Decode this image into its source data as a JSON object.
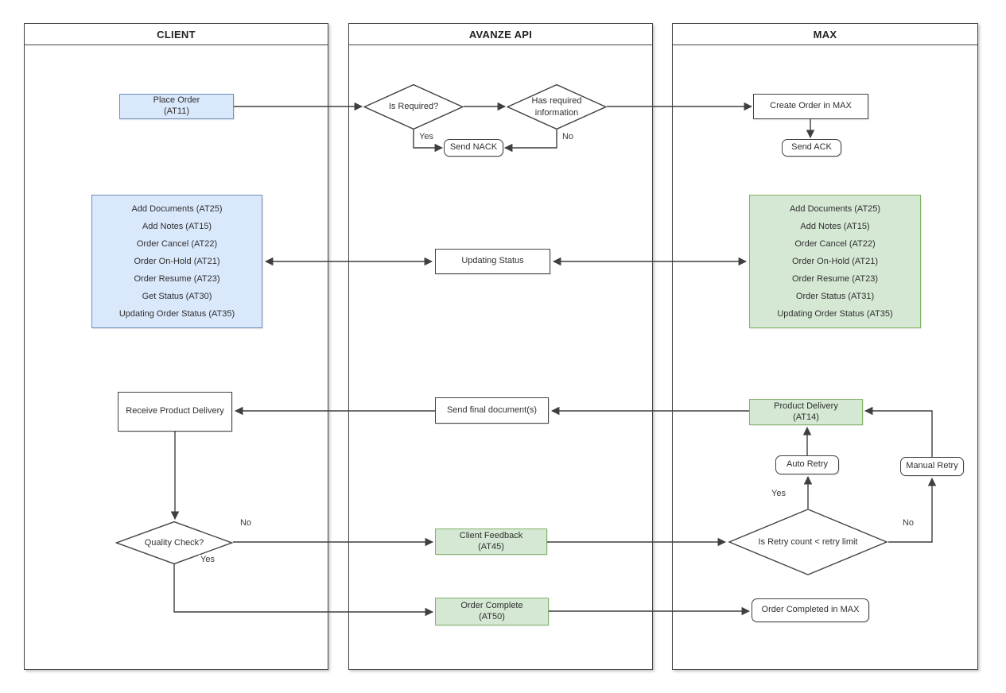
{
  "diagram_title": "Order workflow swimlane flowchart",
  "colors": {
    "line": "#3f3f3f",
    "client_fill": "#dae8fc",
    "client_border": "#6c8ebf",
    "max_fill": "#d5e8d4",
    "max_border": "#82b366",
    "white_fill": "#ffffff"
  },
  "lanes": [
    {
      "title": "CLIENT"
    },
    {
      "title": "AVANZE API"
    },
    {
      "title": "MAX"
    }
  ],
  "nodes": {
    "place_order": {
      "line1": "Place Order",
      "line2": "(AT11)"
    },
    "client_actions": {
      "items": [
        "Add Documents (AT25)",
        "Add Notes (AT15)",
        "Order Cancel (AT22)",
        "Order On-Hold (AT21)",
        "Order Resume (AT23)",
        "Get Status (AT30)",
        "Updating Order Status (AT35)"
      ]
    },
    "receive_product_delivery": {
      "label": "Receive Product Delivery"
    },
    "quality_check": {
      "label": "Quality Check?"
    },
    "is_required": {
      "label": "Is Required?"
    },
    "has_required_information": {
      "line1": "Has required",
      "line2": "information"
    },
    "send_nack": {
      "label": "Send NACK"
    },
    "updating_status": {
      "label": "Updating Status"
    },
    "send_final_documents": {
      "label": "Send final document(s)"
    },
    "client_feedback": {
      "line1": "Client Feedback",
      "line2": "(AT45)"
    },
    "order_complete": {
      "line1": "Order Complete",
      "line2": "(AT50)"
    },
    "create_order_in_max": {
      "label": "Create Order in MAX"
    },
    "send_ack": {
      "label": "Send ACK"
    },
    "max_actions": {
      "items": [
        "Add Documents (AT25)",
        "Add Notes (AT15)",
        "Order Cancel (AT22)",
        "Order On-Hold (AT21)",
        "Order Resume (AT23)",
        "Order Status (AT31)",
        "Updating Order Status (AT35)"
      ]
    },
    "product_delivery": {
      "line1": "Product Delivery",
      "line2": "(AT14)"
    },
    "auto_retry": {
      "label": "Auto Retry"
    },
    "manual_retry": {
      "label": "Manual Retry"
    },
    "retry_check": {
      "label": "Is Retry count < retry limit"
    },
    "order_completed_in_max": {
      "label": "Order Completed in MAX"
    }
  },
  "edge_labels": {
    "is_required_yes": "Yes",
    "has_required_no": "No",
    "quality_check_no": "No",
    "quality_check_yes": "Yes",
    "retry_yes": "Yes",
    "retry_no": "No"
  }
}
